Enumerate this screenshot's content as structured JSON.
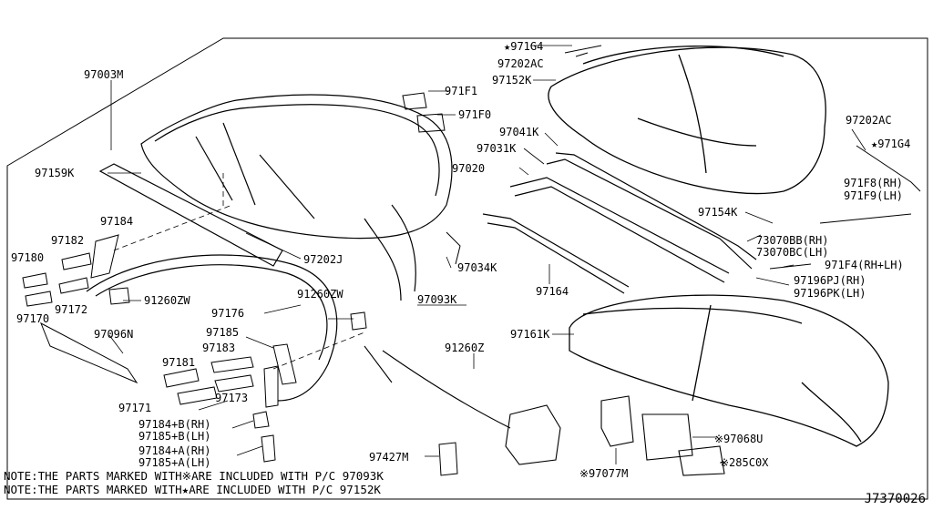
{
  "labels": {
    "p97003M": "97003M",
    "p971G4_top": "★971G4",
    "p97202AC_top": "97202AC",
    "p97152K": "97152K",
    "p971F1": "971F1",
    "p971F0": "971F0",
    "p97041K": "97041K",
    "p97031K": "97031K",
    "p97020": "97020",
    "p97202AC_r": "97202AC",
    "p971G4_r": "★971G4",
    "p971F8": "971F8(RH)",
    "p971F9": "971F9(LH)",
    "p97154K": "97154K",
    "p73070BB": "73070BB(RH)",
    "p73070BC": "73070BC(LH)",
    "p971F4": "971F4(RH+LH)",
    "p97196PJ": "97196PJ(RH)",
    "p97196PK": "97196PK(LH)",
    "p97159K": "97159K",
    "p97184": "97184",
    "p97182": "97182",
    "p97180": "97180",
    "p97172": "97172",
    "p91260ZW_a": "91260ZW",
    "p97170": "97170",
    "p97202J": "97202J",
    "p97034K": "97034K",
    "p97164": "97164",
    "p97176": "97176",
    "p91260ZW_b": "91260ZW",
    "p97093K": "97093K",
    "p97096N": "97096N",
    "p97185": "97185",
    "p97183": "97183",
    "p97181": "97181",
    "p97171": "97171",
    "p97173": "97173",
    "p91260Z": "91260Z",
    "p97161K": "97161K",
    "p97184B": "97184+B(RH)",
    "p97185B": "97185+B(LH)",
    "p97184A": "97184+A(RH)",
    "p97185A": "97185+A(LH)",
    "p97427M": "97427M",
    "p97068U": "※97068U",
    "p97077M": "※97077M",
    "p285C0X": "※285C0X"
  },
  "notes": {
    "line1": "NOTE:THE PARTS MARKED WITH※ARE INCLUDED WITH P/C 97093K",
    "line2": "NOTE:THE PARTS MARKED WITH★ARE INCLUDED WITH P/C 97152K"
  },
  "diagram_code": "J7370026"
}
